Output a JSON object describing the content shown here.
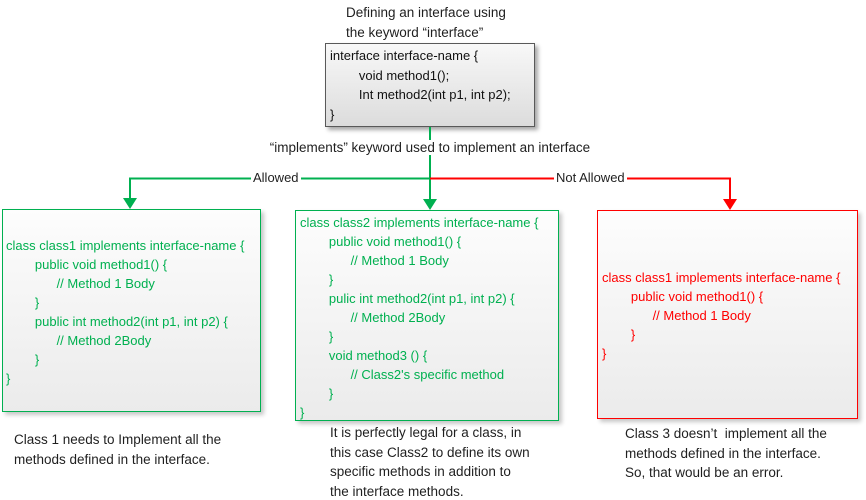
{
  "colors": {
    "green": "#00B050",
    "red": "#FF0000",
    "gray-border": "#595959"
  },
  "header": {
    "title": "Defining an interface using\nthe keyword “interface”"
  },
  "interface_box": {
    "code": "interface interface-name {\n        void method1();\n        Int method2(int p1, int p2);\n}"
  },
  "implements_note": "“implements” keyword used to implement an interface",
  "labels": {
    "allowed": "Allowed",
    "not_allowed": "Not Allowed"
  },
  "class1": {
    "code": "class class1 implements interface-name {\n        public void method1() {\n              // Method 1 Body\n        }\n        public int method2(int p1, int p2) {\n              // Method 2Body\n        }\n}",
    "caption": "Class 1 needs to Implement all the\nmethods defined in the interface."
  },
  "class2": {
    "code": "class class2 implements interface-name {\n        public void method1() {\n              // Method 1 Body\n        }\n        pulic int method2(int p1, int p2) {\n              // Method 2Body\n        }\n        void method3 () {\n              // Class2's specific method\n        }\n}",
    "caption": "It is perfectly legal for a class, in\nthis case Class2 to define its own\nspecific methods in addition to\nthe interface methods."
  },
  "class3": {
    "code": "class class1 implements interface-name {\n        public void method1() {\n              // Method 1 Body\n        }\n}",
    "caption": "Class 3 doesn’t  implement all the\nmethods defined in the interface.\nSo, that would be an error."
  }
}
